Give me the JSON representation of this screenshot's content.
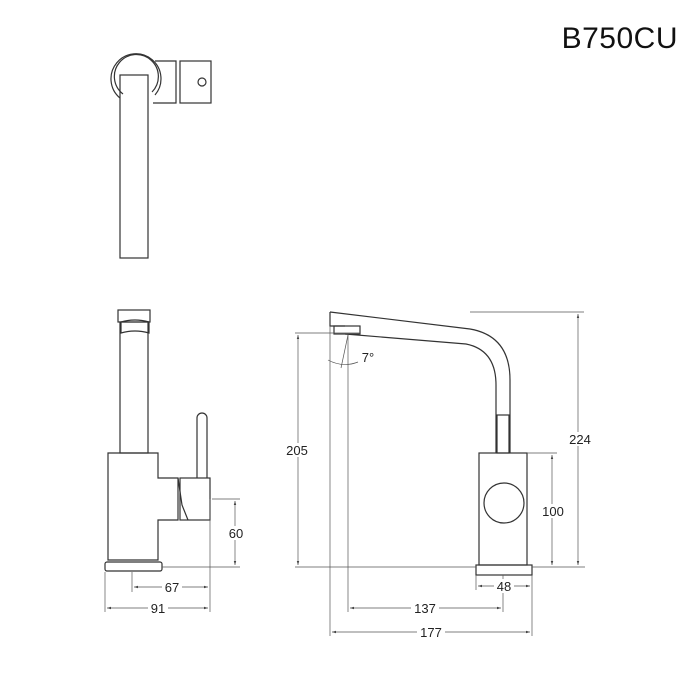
{
  "model_code": "B750CU",
  "dimensions": {
    "handle_height": "60",
    "spout_body_depth": "67",
    "overall_depth": "91",
    "outlet_height": "205",
    "overall_height": "224",
    "body_height": "100",
    "base_diameter": "48",
    "spout_reach": "137",
    "overall_width": "177",
    "spout_angle": "7°"
  }
}
